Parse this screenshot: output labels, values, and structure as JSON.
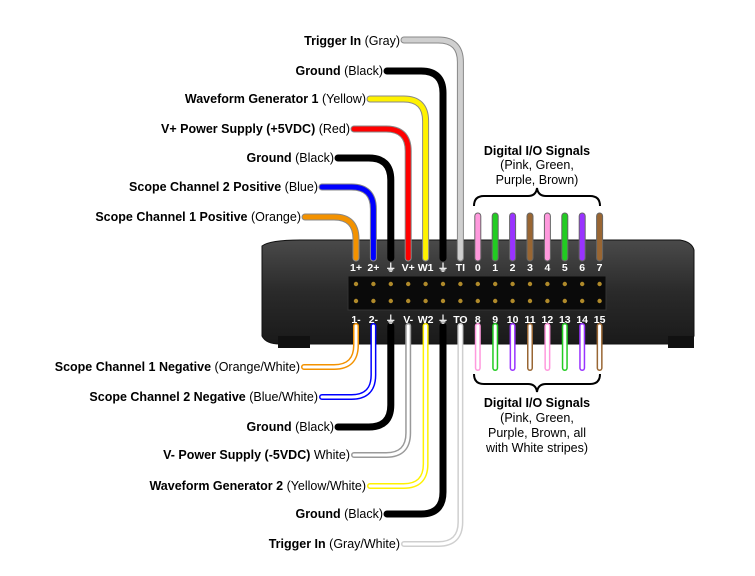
{
  "top_labels": [
    {
      "name": "Trigger In",
      "color_desc": "(Gray)",
      "wire": "#cfcfcf",
      "stripe": false
    },
    {
      "name": "Ground",
      "color_desc": "(Black)",
      "wire": "#000000",
      "stripe": false
    },
    {
      "name": "Waveform Generator 1",
      "color_desc": "(Yellow)",
      "wire": "#fff200",
      "stripe": false
    },
    {
      "name": "V+ Power Supply (+5VDC)",
      "color_desc": "(Red)",
      "wire": "#ff0000",
      "stripe": false
    },
    {
      "name": "Ground",
      "color_desc": "(Black)",
      "wire": "#000000",
      "stripe": false
    },
    {
      "name": "Scope Channel 2 Positive",
      "color_desc": "(Blue)",
      "wire": "#0000ff",
      "stripe": false
    },
    {
      "name": "Scope Channel 1 Positive",
      "color_desc": "(Orange)",
      "wire": "#f39200",
      "stripe": false
    }
  ],
  "bottom_labels": [
    {
      "name": "Scope Channel 1 Negative",
      "color_desc": "(Orange/White)",
      "wire": "#f39200",
      "stripe": true
    },
    {
      "name": "Scope Channel 2 Negative",
      "color_desc": "(Blue/White)",
      "wire": "#0000ff",
      "stripe": true
    },
    {
      "name": "Ground",
      "color_desc": "(Black)",
      "wire": "#000000",
      "stripe": false
    },
    {
      "name": "V- Power Supply (-5VDC)",
      "color_desc": "White)",
      "wire": "#ffffff",
      "stripe": true
    },
    {
      "name": "Waveform Generator 2",
      "color_desc": "(Yellow/White)",
      "wire": "#fff200",
      "stripe": true
    },
    {
      "name": "Ground",
      "color_desc": "(Black)",
      "wire": "#000000",
      "stripe": false
    },
    {
      "name": "Trigger In",
      "color_desc": "(Gray/White)",
      "wire": "#cfcfcf",
      "stripe": true
    }
  ],
  "top_pins": [
    "1+",
    "2+",
    "⏚",
    "V+",
    "W1",
    "⏚",
    "TI",
    "0",
    "1",
    "2",
    "3",
    "4",
    "5",
    "6",
    "7"
  ],
  "bottom_pins": [
    "1-",
    "2-",
    "⏚",
    "V-",
    "W2",
    "⏚",
    "TO",
    "8",
    "9",
    "10",
    "11",
    "12",
    "13",
    "14",
    "15"
  ],
  "digital_top": {
    "title": "Digital I/O Signals",
    "lines": [
      "(Pink, Green,",
      "Purple, Brown)"
    ]
  },
  "digital_bottom": {
    "title": "Digital I/O Signals",
    "lines": [
      "(Pink, Green,",
      "Purple, Brown, all",
      "with White stripes)"
    ]
  },
  "digital_colors": [
    "#ff99dd",
    "#22cc22",
    "#9933ff",
    "#996633",
    "#ff99dd",
    "#22cc22",
    "#9933ff",
    "#996633"
  ],
  "colors": {
    "device_body": "#2b2b2b",
    "device_face": "#1a1a1a",
    "connector": "#0a0a0a",
    "pin_dot": "#b08a2a"
  }
}
